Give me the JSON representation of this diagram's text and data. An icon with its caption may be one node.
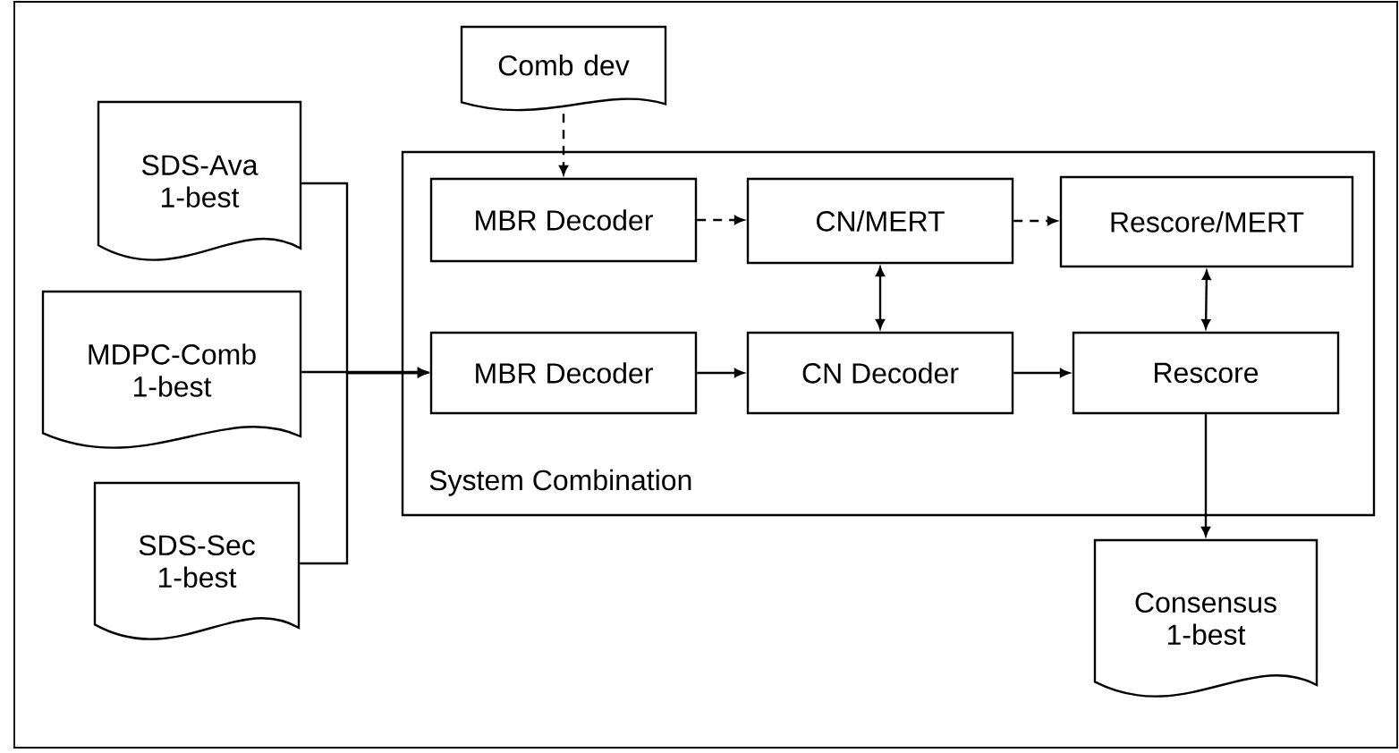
{
  "diagram": {
    "nodes": [
      {
        "text": [
          "Comb dev"
        ]
      },
      {
        "text": [
          "SDS-Ava 1-best"
        ]
      },
      {
        "text": [
          "System Combination"
        ]
      },
      {
        "text": [
          "MBR Decoder"
        ],
        "in": 2
      },
      {
        "text": [
          "CN/MERT"
        ],
        "in": 2
      },
      {
        "text": [
          "Rescore/MERT"
        ],
        "in": 2
      },
      {
        "text": [
          "MDPC-Comb 1-best"
        ]
      },
      {
        "text": [
          "MBR Decoder"
        ],
        "in": 2
      },
      {
        "text": [
          "CN Decoder"
        ],
        "in": 2
      },
      {
        "text": [
          "Rescore"
        ],
        "in": 2
      },
      {
        "text": [
          "SDS-Sec 1-best"
        ]
      },
      {
        "text": [
          "Consensus 1-best"
        ]
      }
    ],
    "edges": [
      {
        "from": 0,
        "to": 3,
        "arrow": "to",
        "style": "dashed"
      },
      {
        "from": 3,
        "to": 4,
        "arrow": "to",
        "style": "dashed"
      },
      {
        "from": 4,
        "to": 5,
        "arrow": "to",
        "style": "dashed"
      },
      {
        "from": 1,
        "to": 7,
        "arrow": "to"
      },
      {
        "from": 6,
        "to": 7,
        "arrow": "to"
      },
      {
        "from": 10,
        "to": 7,
        "arrow": "to"
      },
      {
        "from": 7,
        "to": 8,
        "arrow": "to"
      },
      {
        "from": 8,
        "to": 9,
        "arrow": "to"
      },
      {
        "from": 4,
        "to": 8,
        "arrow": "both"
      },
      {
        "from": 5,
        "to": 9,
        "arrow": "both"
      },
      {
        "from": 9,
        "to": 11,
        "arrow": "to"
      }
    ]
  }
}
